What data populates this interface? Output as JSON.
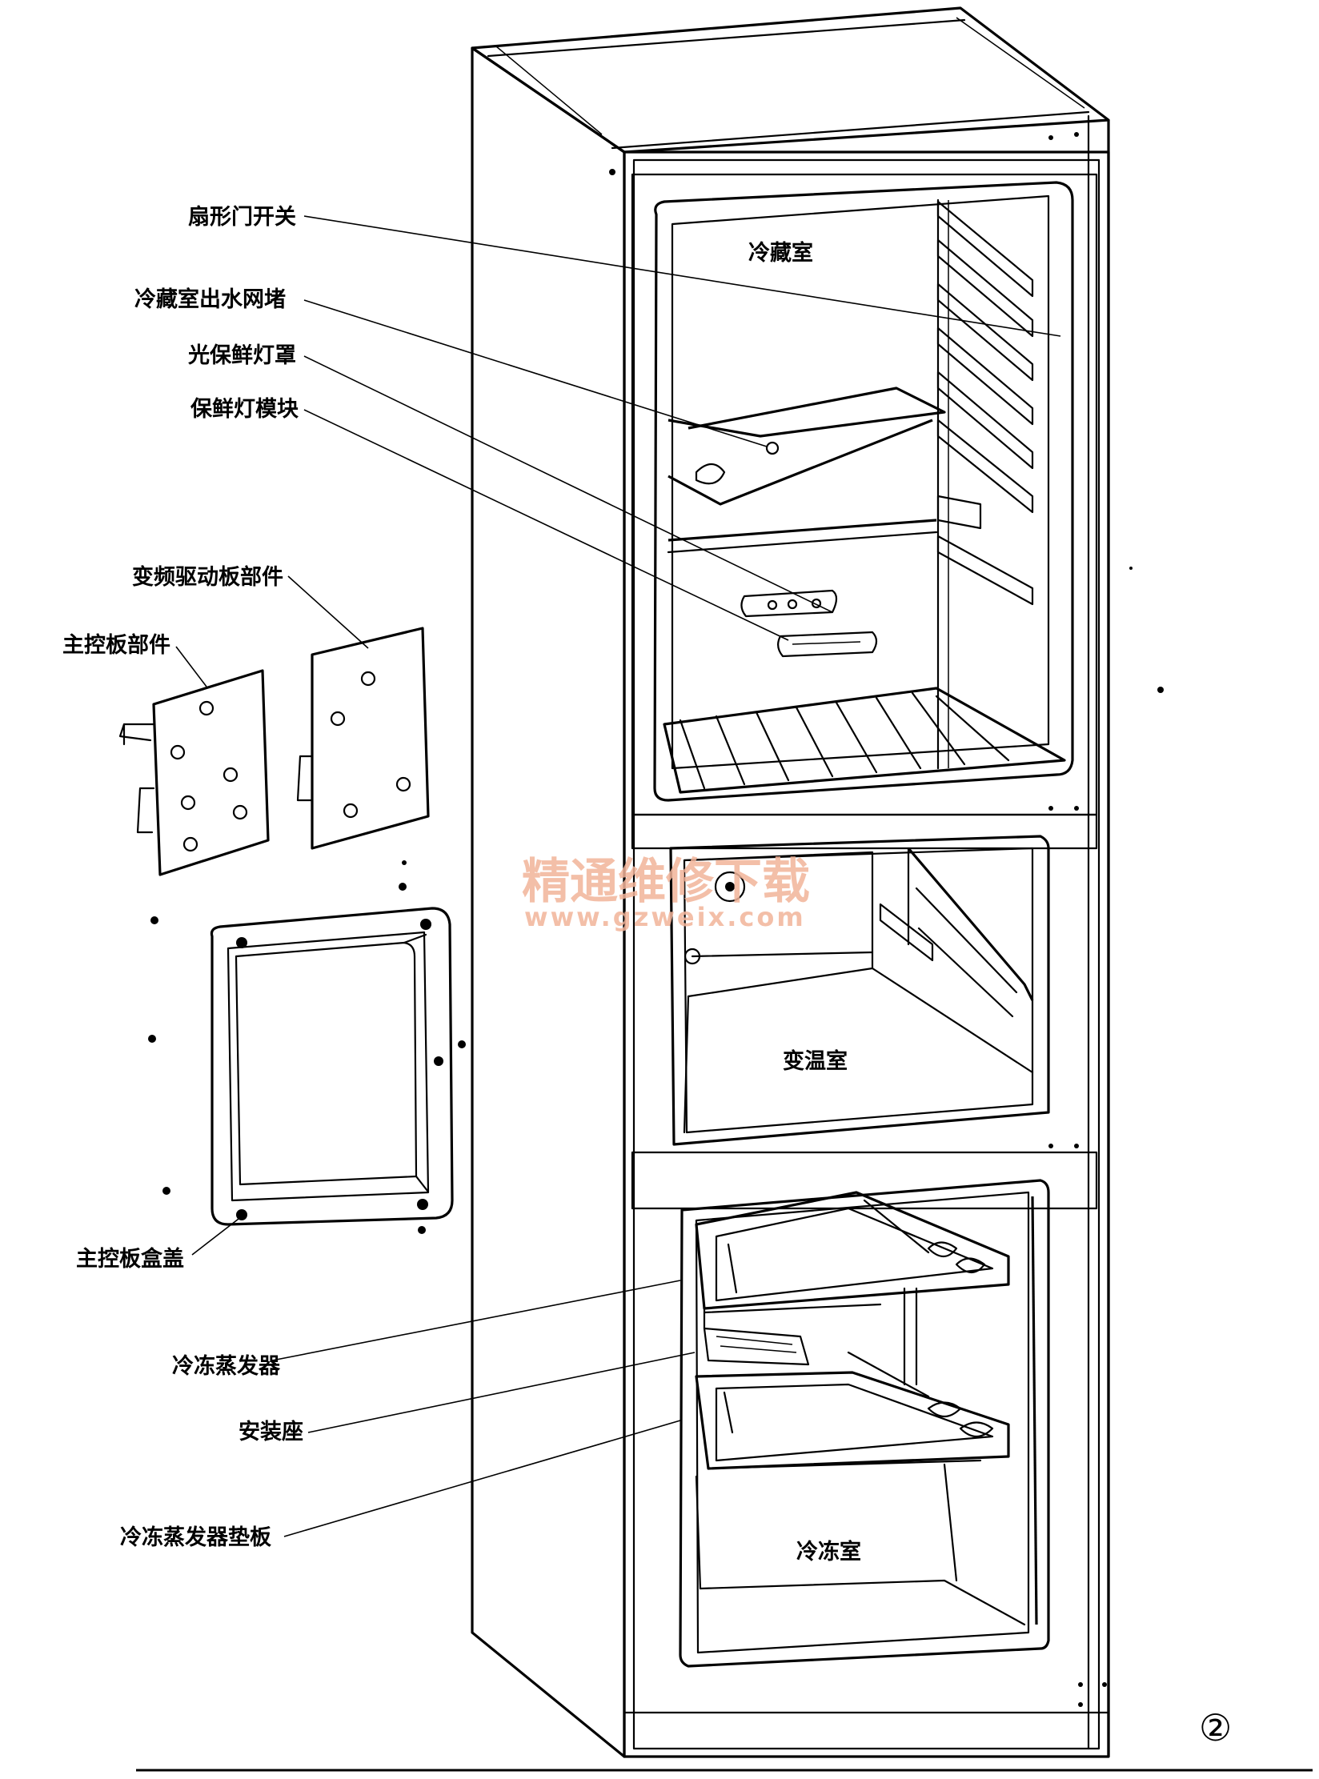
{
  "callouts": {
    "door_switch": "扇形门开关",
    "fridge_drain_plug": "冷藏室出水网堵",
    "light_cover": "光保鲜灯罩",
    "light_module": "保鲜灯模块",
    "inverter_board": "变频驱动板部件",
    "main_board": "主控板部件",
    "main_board_cover": "主控板盒盖",
    "freezer_evaporator": "冷冻蒸发器",
    "mount_seat": "安装座",
    "evaporator_pad": "冷冻蒸发器垫板"
  },
  "compartments": {
    "fridge": "冷藏室",
    "variable": "变温室",
    "freezer": "冷冻室"
  },
  "watermark": {
    "text": "精通维修下载",
    "url": "www.gzweix.com"
  },
  "figure_number": "②",
  "colors": {
    "line": "#000000",
    "background": "#ffffff",
    "watermark": "#f2b49a"
  }
}
